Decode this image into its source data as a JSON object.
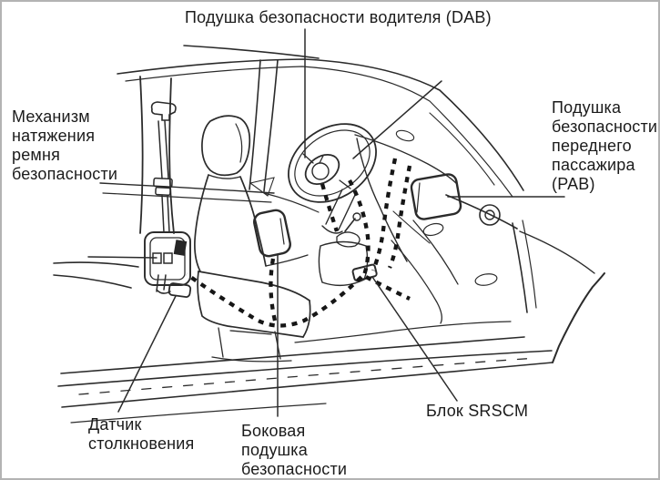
{
  "diagram": {
    "subject": "car-srs-airbag-components-cutaway",
    "colors": {
      "background": "#ffffff",
      "frame_border": "#b3b3b3",
      "line": "#2b2b2b",
      "text": "#1b1b1b",
      "harness": "#161616"
    },
    "labels": {
      "dab": {
        "text": "Подушка безопасности водителя (DAB)"
      },
      "pretensioner": {
        "lines": [
          "Механизм",
          "натяжения",
          "ремня",
          "безопасности"
        ]
      },
      "pab": {
        "lines": [
          "Подушка",
          "безопасности",
          "переднего",
          "пассажира",
          "(PAB)"
        ]
      },
      "crash_sensor": {
        "lines": [
          "Датчик",
          "столкновения"
        ]
      },
      "side_airbag": {
        "lines": [
          "Боковая",
          "подушка",
          "безопасности"
        ]
      },
      "srscm": {
        "text": "Блок SRSCM"
      }
    }
  }
}
